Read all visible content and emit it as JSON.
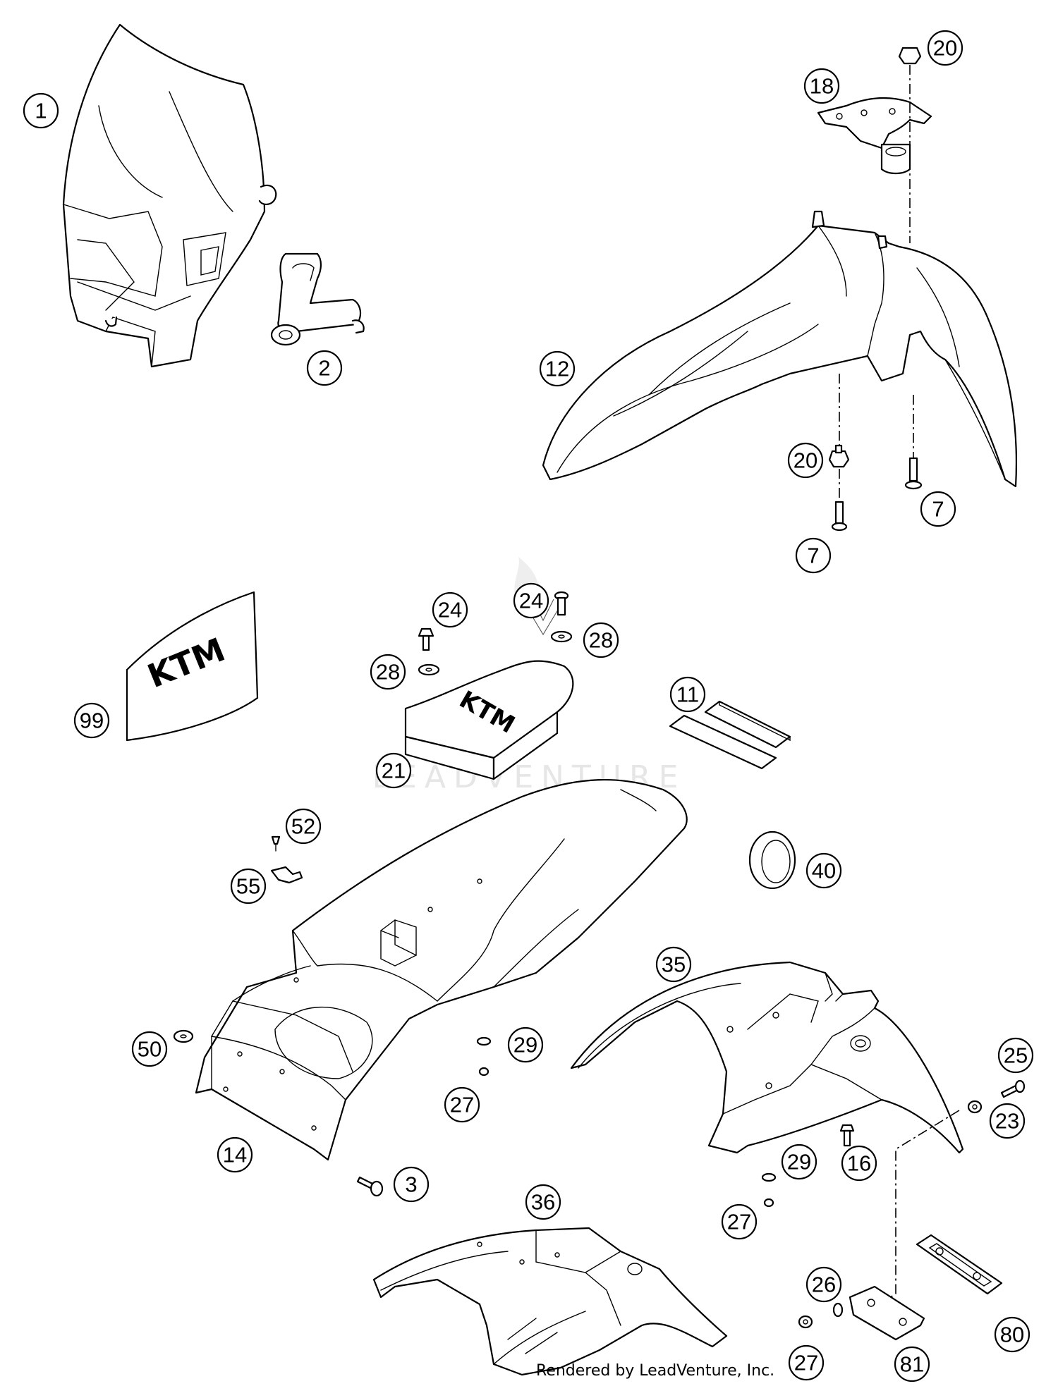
{
  "watermark": "LEADVENTURE",
  "credit": "Rendered by LeadVenture, Inc.",
  "decal_text": "KTM",
  "callouts": [
    {
      "id": "c1",
      "label": "1"
    },
    {
      "id": "c2",
      "label": "2"
    },
    {
      "id": "c20a",
      "label": "20"
    },
    {
      "id": "c18",
      "label": "18"
    },
    {
      "id": "c12",
      "label": "12"
    },
    {
      "id": "c20b",
      "label": "20"
    },
    {
      "id": "c7a",
      "label": "7"
    },
    {
      "id": "c7b",
      "label": "7"
    },
    {
      "id": "c24a",
      "label": "24"
    },
    {
      "id": "c24b",
      "label": "24"
    },
    {
      "id": "c28a",
      "label": "28"
    },
    {
      "id": "c28b",
      "label": "28"
    },
    {
      "id": "c99",
      "label": "99"
    },
    {
      "id": "c11",
      "label": "11"
    },
    {
      "id": "c21",
      "label": "21"
    },
    {
      "id": "c52",
      "label": "52"
    },
    {
      "id": "c55",
      "label": "55"
    },
    {
      "id": "c40",
      "label": "40"
    },
    {
      "id": "c35",
      "label": "35"
    },
    {
      "id": "c50",
      "label": "50"
    },
    {
      "id": "c29a",
      "label": "29"
    },
    {
      "id": "c27a",
      "label": "27"
    },
    {
      "id": "c25",
      "label": "25"
    },
    {
      "id": "c23",
      "label": "23"
    },
    {
      "id": "c14",
      "label": "14"
    },
    {
      "id": "c3",
      "label": "3"
    },
    {
      "id": "c16",
      "label": "16"
    },
    {
      "id": "c29b",
      "label": "29"
    },
    {
      "id": "c36",
      "label": "36"
    },
    {
      "id": "c27b",
      "label": "27"
    },
    {
      "id": "c26",
      "label": "26"
    },
    {
      "id": "c80",
      "label": "80"
    },
    {
      "id": "c27c",
      "label": "27"
    },
    {
      "id": "c81",
      "label": "81"
    }
  ]
}
